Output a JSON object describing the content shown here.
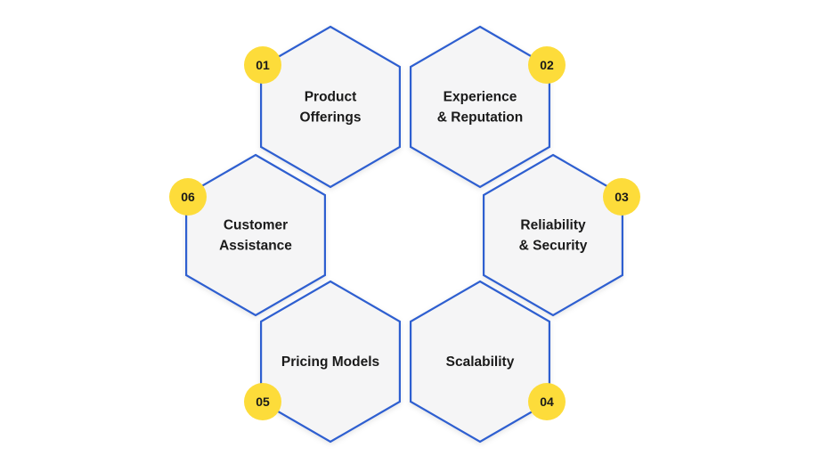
{
  "diagram": {
    "items": [
      {
        "number": "01",
        "lines": [
          "Product",
          "Offerings"
        ]
      },
      {
        "number": "02",
        "lines": [
          "Experience",
          "& Reputation"
        ]
      },
      {
        "number": "03",
        "lines": [
          "Reliability",
          "& Security"
        ]
      },
      {
        "number": "04",
        "lines": [
          "Scalability"
        ]
      },
      {
        "number": "05",
        "lines": [
          "Pricing Models"
        ]
      },
      {
        "number": "06",
        "lines": [
          "Customer",
          "Assistance"
        ]
      }
    ]
  },
  "colors": {
    "hex_fill": "#f5f5f6",
    "hex_stroke": "#2f5fd0",
    "badge": "#fddc3a",
    "text": "#1a1a1a"
  }
}
